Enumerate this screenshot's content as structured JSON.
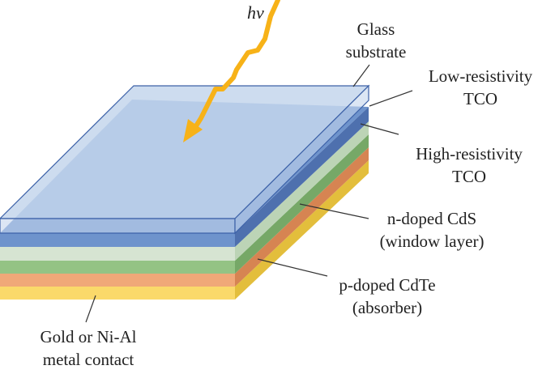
{
  "light": {
    "symbol": "hν",
    "arrow_color": "#F7B218"
  },
  "labels": {
    "glass": {
      "line1": "Glass",
      "line2": "substrate"
    },
    "low_tco": {
      "line1": "Low-resistivity",
      "line2": "TCO"
    },
    "high_tco": {
      "line1": "High-resistivity",
      "line2": "TCO"
    },
    "cds": {
      "line1": "n-doped CdS",
      "line2": "(window layer)"
    },
    "cdte": {
      "line1": "p-doped CdTe",
      "line2": "(absorber)"
    },
    "contact": {
      "line1": "Gold or Ni-Al",
      "line2": "metal contact"
    }
  },
  "layers": [
    {
      "name": "Glass substrate",
      "color": "#C9D9EC"
    },
    {
      "name": "Low-resistivity TCO",
      "color": "#6A8DC8"
    },
    {
      "name": "High-resistivity TCO",
      "color": "#D5E3D0"
    },
    {
      "name": "n-doped CdS",
      "color": "#93C283"
    },
    {
      "name": "p-doped CdTe",
      "color": "#EFA77A"
    },
    {
      "name": "Gold or Ni-Al metal contact",
      "color": "#FADA6E"
    }
  ]
}
